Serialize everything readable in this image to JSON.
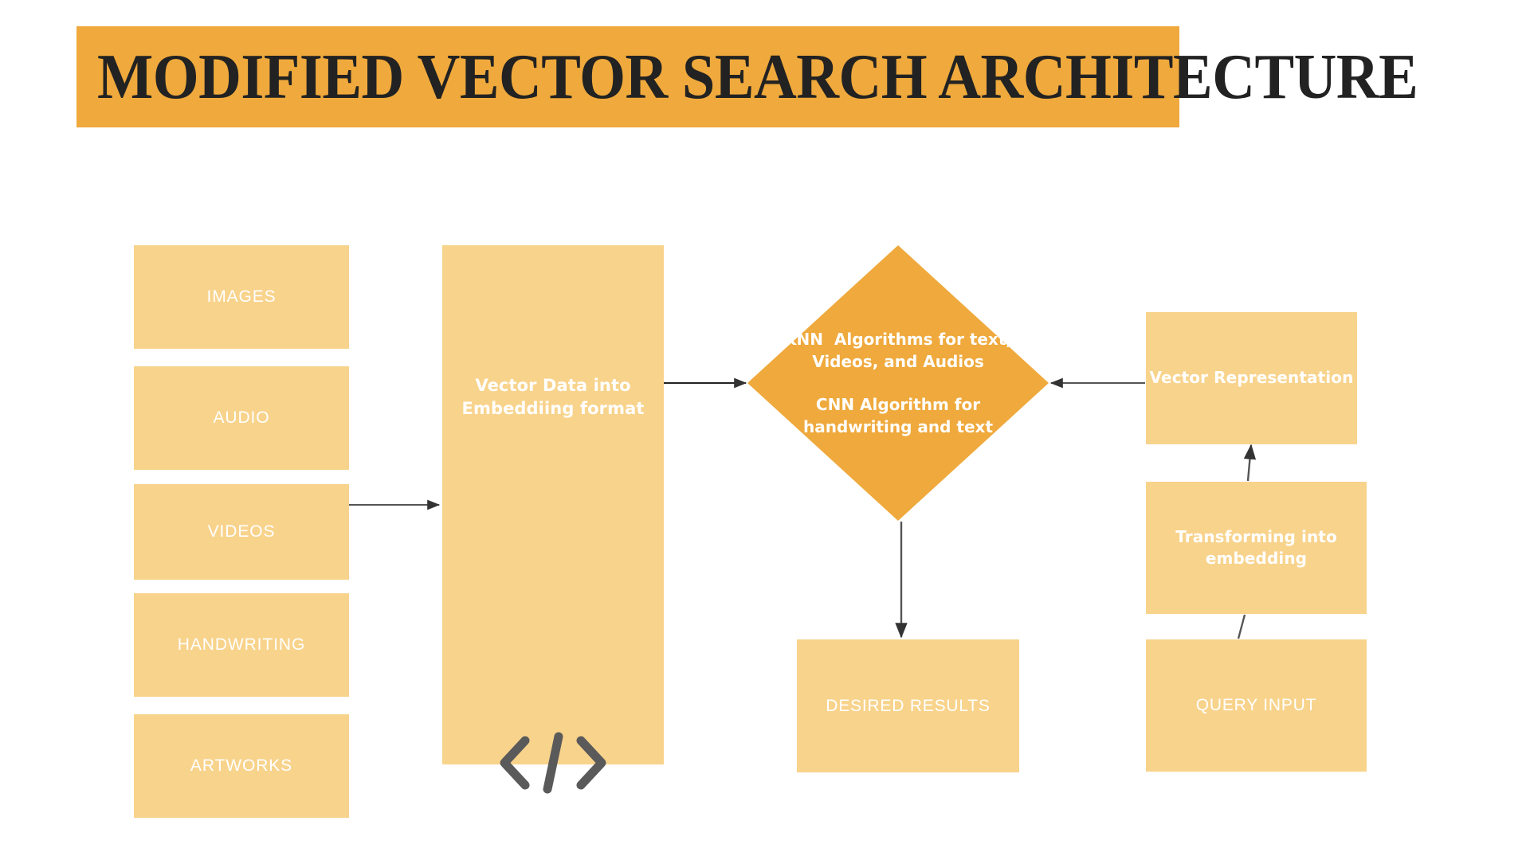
{
  "header": {
    "title": "MODIFIED VECTOR SEARCH ARCHITECTURE",
    "bar_color": "#EFA93C",
    "text_color": "#222222"
  },
  "palette": {
    "node_fill": "#F8D38C",
    "accent_fill": "#EFA93C",
    "node_text": "#FFFFFF",
    "arrow_color": "#444444",
    "icon_color": "#5A5A5A",
    "page_background": "#FFFFFF"
  },
  "diagram": {
    "sources": [
      {
        "id": "images",
        "label": "IMAGES"
      },
      {
        "id": "audio",
        "label": "AUDIO"
      },
      {
        "id": "videos",
        "label": "VIDEOS"
      },
      {
        "id": "handwriting",
        "label": "HANDWRITING"
      },
      {
        "id": "artworks",
        "label": "ARTWORKS"
      }
    ],
    "vector_data": {
      "label": "Vector Data  into Embeddiing format",
      "icon": "code-icon"
    },
    "decision": {
      "line1": "KNN  Algorithms for text,",
      "line2": "Videos, and Audios",
      "line3": "CNN Algorithm for",
      "line4": "handwriting and text"
    },
    "vector_representation": {
      "label": "Vector Representation"
    },
    "transforming": {
      "label": "Transforming into embedding"
    },
    "query_input": {
      "label": "QUERY INPUT"
    },
    "desired_results": {
      "label": "DESIRED RESULTS"
    },
    "connections": [
      {
        "from": "videos",
        "to": "vector_data",
        "direction": "right"
      },
      {
        "from": "vector_data",
        "to": "decision",
        "direction": "right"
      },
      {
        "from": "vector_representation",
        "to": "decision",
        "direction": "left"
      },
      {
        "from": "decision",
        "to": "desired_results",
        "direction": "down"
      },
      {
        "from": "transforming",
        "to": "vector_representation",
        "direction": "up"
      },
      {
        "from": "query_input",
        "to": "transforming",
        "direction": "up"
      }
    ]
  }
}
